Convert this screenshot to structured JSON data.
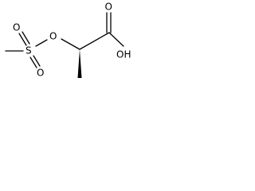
{
  "structure": {
    "atoms": {
      "o_carbonyl": "O",
      "o_hydroxyl": "OH",
      "o_ester": "O",
      "sulfur": "S",
      "o_sulfonyl_top": "O",
      "o_sulfonyl_bottom": "O"
    },
    "colors": {
      "ink": "#000000",
      "background": "#ffffff"
    }
  }
}
